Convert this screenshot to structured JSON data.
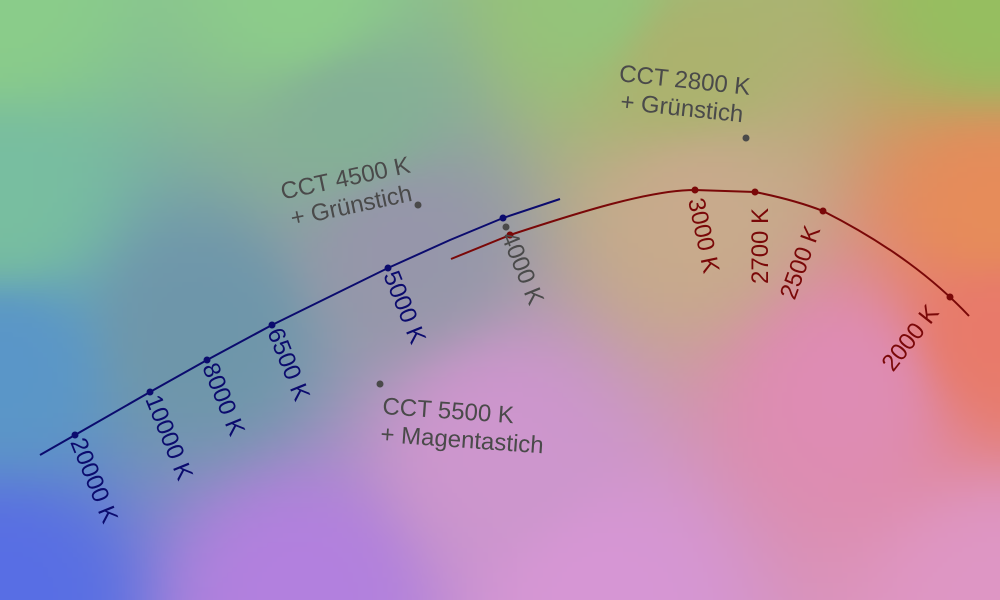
{
  "colors": {
    "cold_curve": "#0b0b6e",
    "warm_curve": "#7a0808",
    "annotation": "#4a4a4a"
  },
  "cold_ticks": [
    {
      "key": "k20000",
      "label": "20000 K"
    },
    {
      "key": "k10000",
      "label": "10000 K"
    },
    {
      "key": "k8000",
      "label": "8000 K"
    },
    {
      "key": "k6500",
      "label": "6500 K"
    },
    {
      "key": "k5000",
      "label": "5000 K"
    }
  ],
  "warm_ticks": [
    {
      "key": "k3000",
      "label": "3000 K"
    },
    {
      "key": "k2700",
      "label": "2700 K"
    },
    {
      "key": "k2500",
      "label": "2500 K"
    },
    {
      "key": "k2000",
      "label": "2000 K"
    }
  ],
  "shared_tick": {
    "key": "k4000",
    "label": "4000 K"
  },
  "annotations": {
    "a4500": {
      "line1": "CCT 4500 K",
      "line2": "+ Grünstich"
    },
    "a2800": {
      "line1": "CCT 2800 K",
      "line2": "+ Grünstich"
    },
    "a5500": {
      "line1": "CCT 5500 K",
      "line2": "+ Magentastich"
    }
  }
}
